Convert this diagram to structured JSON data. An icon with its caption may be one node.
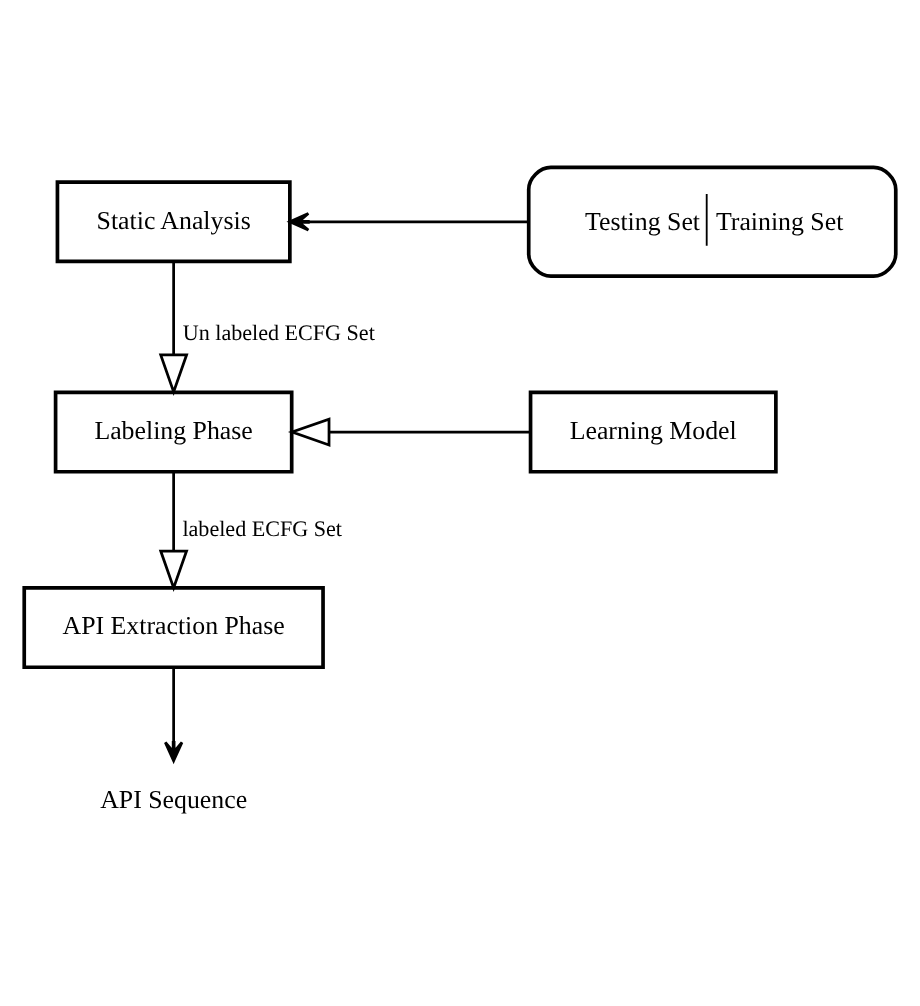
{
  "diagram": {
    "nodes": [
      {
        "text": [
          "Static Analysis"
        ]
      },
      {
        "text": [
          "Testing Set",
          "Training Set"
        ]
      },
      {
        "text": [
          "Labeling Phase"
        ]
      },
      {
        "text": [
          "Learning Model"
        ]
      },
      {
        "text": [
          "API Extraction Phase"
        ]
      },
      {
        "text": [
          "API Sequence"
        ]
      }
    ],
    "edges": [
      {
        "from": 1,
        "to": 0,
        "arrow": "to"
      },
      {
        "from": 0,
        "to": 2,
        "arrow": "to",
        "label": "Un labeled ECFG Set"
      },
      {
        "from": 3,
        "to": 2,
        "arrow": "to"
      },
      {
        "from": 2,
        "to": 4,
        "arrow": "to",
        "label": "labeled ECFG Set"
      },
      {
        "from": 4,
        "to": 5,
        "arrow": "to"
      }
    ]
  }
}
